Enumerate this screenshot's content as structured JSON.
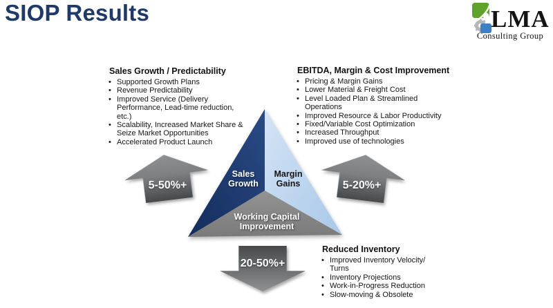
{
  "slide": {
    "title": "SIOP Results"
  },
  "logo": {
    "text": "LMA",
    "subtitle": "Consulting Group"
  },
  "benefit_sections": {
    "sales_growth": {
      "heading": "Sales Growth / Predictability",
      "bullets": [
        "Supported Growth Plans",
        "Revenue Predictability",
        "Improved Service (Delivery Performance, Lead-time reduction, etc.)",
        "Scalability, Increased Market Share & Seize Market Opportunities",
        "Accelerated Product Launch"
      ]
    },
    "ebitda": {
      "heading": "EBITDA, Margin & Cost Improvement",
      "bullets": [
        "Pricing & Margin Gains",
        "Lower Material & Freight Cost",
        "Level Loaded Plan & Streamlined Operations",
        "Improved Resource & Labor Productivity",
        "Fixed/Variable Cost Optimization",
        "Increased Throughput",
        "Improved use of technologies"
      ]
    },
    "reduced_inventory": {
      "heading": "Reduced Inventory",
      "bullets": [
        "Improved Inventory Velocity/ Turns",
        "Inventory Projections",
        "Work-in-Progress Reduction",
        "Slow-moving & Obsolete"
      ]
    }
  },
  "pyramid": {
    "faces": {
      "sales": {
        "label": "Sales Growth",
        "color": "#1e3a70"
      },
      "margin": {
        "label": "Margin Gains",
        "color": "#bdd7ee"
      },
      "working_capital": {
        "label": "Working Capital Improvement",
        "color": "#8a8a8a"
      }
    }
  },
  "arrows": {
    "left": {
      "label": "5-50%+",
      "direction": "up"
    },
    "right": {
      "label": "5-20%+",
      "direction": "up"
    },
    "bottom": {
      "label": "20-50%+",
      "direction": "down"
    }
  },
  "colors": {
    "title_blue": "#1f3a68",
    "face_dark_blue": "#1e3c74",
    "face_light_blue": "#bdd7ee",
    "face_gray": "#8a8a8a",
    "arrow_gray_light": "#8f9092",
    "arrow_gray_dark": "#47484a",
    "logo_green": "#5fa32c",
    "logo_blue": "#3b7fc4",
    "logo_gear_gray": "#b5b6b8"
  }
}
